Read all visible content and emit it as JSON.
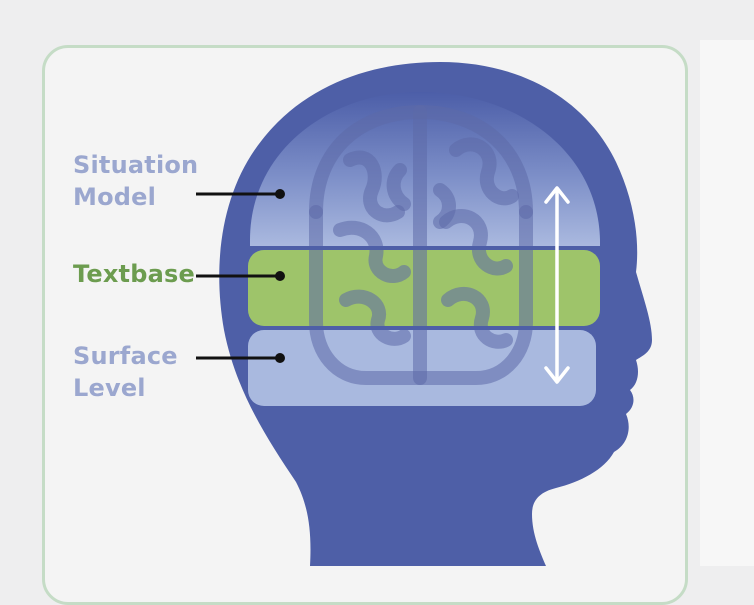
{
  "labels": {
    "situation_model": {
      "line1": "Situation",
      "line2": "Model"
    },
    "textbase": {
      "line1": "Textbase"
    },
    "surface_level": {
      "line1": "Surface",
      "line2": "Level"
    }
  },
  "colors": {
    "head": "#4e5fa7",
    "layer_blue": "#a9b9df",
    "layer_green": "#9ec46a",
    "label_blue": "#9ba7cf",
    "label_green": "#6c9c4f",
    "frame": "#c5dcc6",
    "leader_line": "#111111",
    "arrow": "#ffffff"
  },
  "icons": [
    "brain-icon",
    "double-arrow-icon"
  ]
}
